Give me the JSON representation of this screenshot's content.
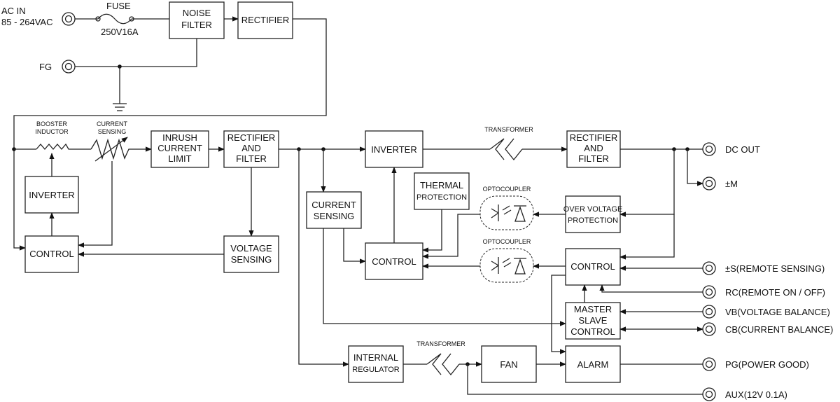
{
  "input": {
    "ac_in_line1": "AC IN",
    "ac_in_line2": "85 - 264VAC",
    "fg": "FG",
    "fuse": "FUSE",
    "fuse_rating": "250V16A"
  },
  "blocks": {
    "noise_filter": [
      "NOISE",
      "FILTER"
    ],
    "rectifier_top": [
      "RECTIFIER"
    ],
    "booster_inductor": [
      "BOOSTER",
      "INDUCTOR"
    ],
    "current_sensing_small": [
      "CURRENT",
      "SENSING"
    ],
    "inrush": [
      "INRUSH",
      "CURRENT",
      "LIMIT"
    ],
    "rectifier_filter_1": [
      "RECTIFIER",
      "AND",
      "FILTER"
    ],
    "inverter_left": [
      "INVERTER"
    ],
    "control_left": [
      "CONTROL"
    ],
    "voltage_sensing": [
      "VOLTAGE",
      "SENSING"
    ],
    "inverter_main": [
      "INVERTER"
    ],
    "transformer_top": "TRANSFORMER",
    "rectifier_filter_2": [
      "RECTIFIER",
      "AND",
      "FILTER"
    ],
    "current_sensing_box": [
      "CURRENT",
      "SENSING"
    ],
    "thermal_protection": [
      "THERMAL",
      "PROTECTION"
    ],
    "optocoupler_1": "OPTOCOUPLER",
    "optocoupler_2": "OPTOCOUPLER",
    "over_voltage": [
      "OVER VOLTAGE",
      "PROTECTION"
    ],
    "control_mid": [
      "CONTROL"
    ],
    "control_right": [
      "CONTROL"
    ],
    "master_slave": [
      "MASTER",
      "SLAVE",
      "CONTROL"
    ],
    "internal_regulator": [
      "INTERNAL",
      "REGULATOR"
    ],
    "transformer_bottom": "TRANSFORMER",
    "fan": [
      "FAN"
    ],
    "alarm": [
      "ALARM"
    ]
  },
  "outputs": {
    "dc_out": "DC OUT",
    "m": "±M",
    "s": "±S(REMOTE SENSING)",
    "rc": "RC(REMOTE ON / OFF)",
    "vb": "VB(VOLTAGE BALANCE)",
    "cb": "CB(CURRENT BALANCE)",
    "pg": "PG(POWER GOOD)",
    "aux": "AUX(12V 0.1A)"
  }
}
